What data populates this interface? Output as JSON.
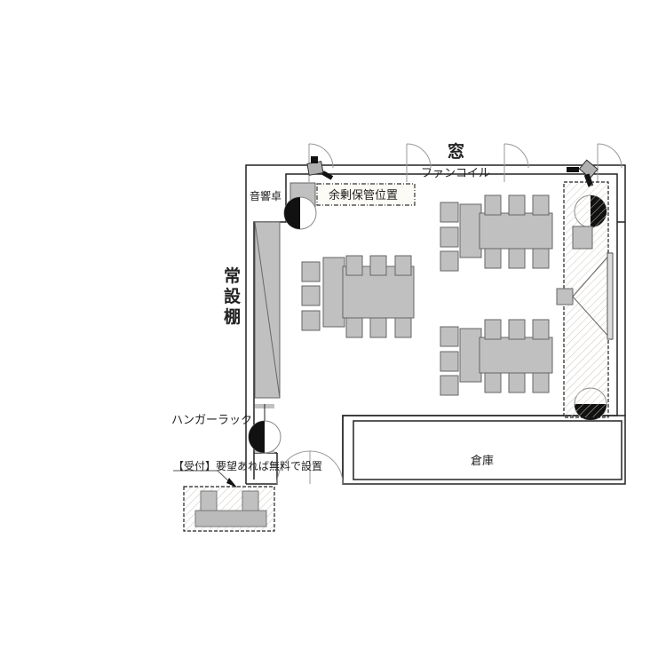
{
  "labels": {
    "window": "窓",
    "fan_coil": "ファンコイル",
    "sound_desk": "音響卓",
    "surplus_storage": "余剰保管位置",
    "permanent_shelf": "常設棚",
    "hanger_rack": "ハンガーラック",
    "reception": "【受付】要望あれば無料で設置",
    "storeroom": "倉庫"
  },
  "colors": {
    "furniture": "#c0c0c0",
    "wall": "#222222",
    "hatch": "#d8d0c8"
  }
}
